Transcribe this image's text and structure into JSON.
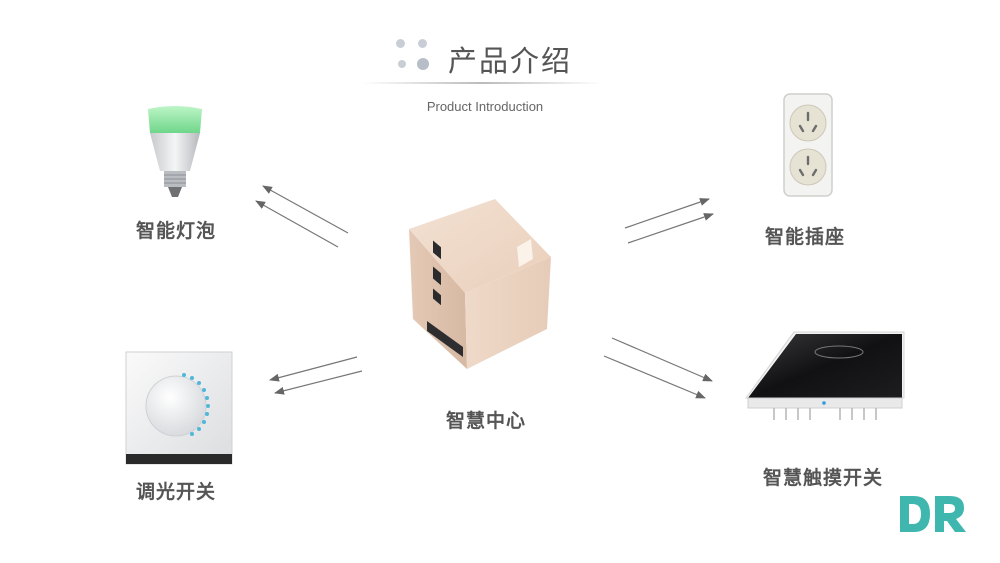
{
  "header": {
    "title": "产品介绍",
    "subtitle": "Product Introduction"
  },
  "nodes": {
    "center": "智慧中心",
    "bulb": "智能灯泡",
    "socket": "智能插座",
    "dimmer": "调光开关",
    "touch_switch": "智慧触摸开关"
  },
  "logo": {
    "text": "DR",
    "color": "#3fb6ae"
  },
  "colors": {
    "label": "#555555",
    "arrow": "#666666",
    "accent": "#3fb6ae"
  }
}
